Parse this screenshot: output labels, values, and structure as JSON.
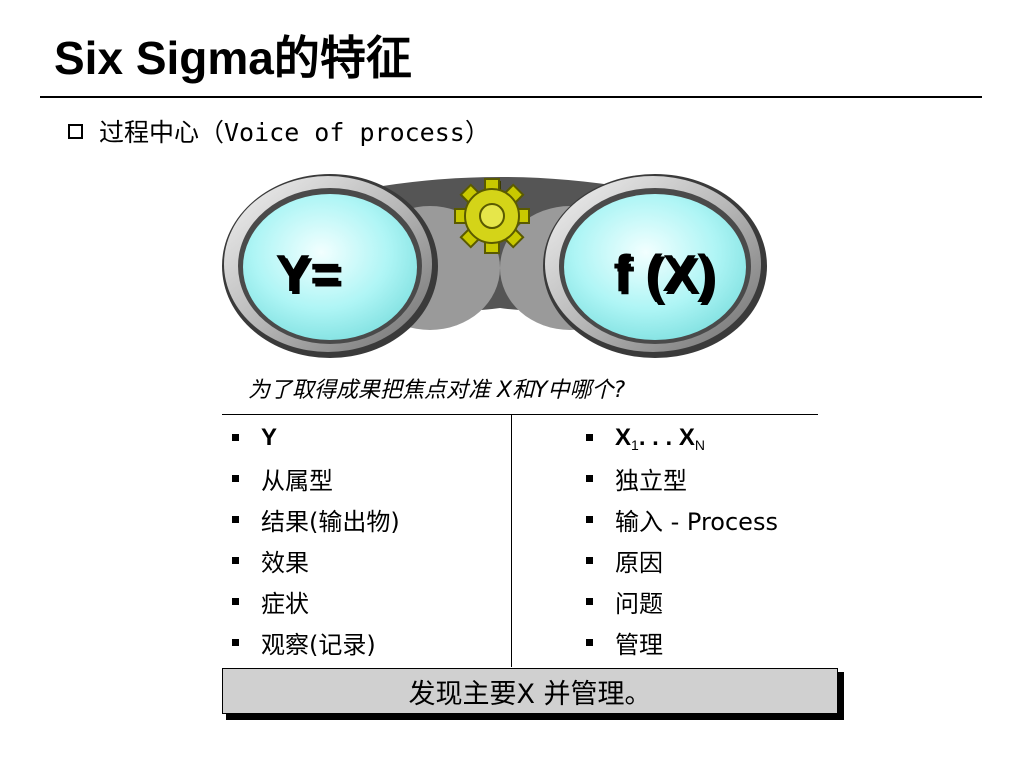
{
  "title": "Six Sigma的特征",
  "bullet": "过程中心（Voice of process）",
  "diagram": {
    "left_label": "Y=",
    "right_label": "f (X)",
    "question": "为了取得成果把焦点对准 X和Y中哪个?"
  },
  "table": {
    "left": [
      {
        "text": "Y"
      },
      {
        "text": "从属型"
      },
      {
        "text": "结果(输出物)"
      },
      {
        "text": "效果"
      },
      {
        "text": "症状"
      },
      {
        "text": "观察(记录)"
      }
    ],
    "right": [
      {
        "text": "X",
        "sub1": "1",
        "mid": " . . . X",
        "sub2": "N"
      },
      {
        "text": "独立型"
      },
      {
        "text": "输入 - Process"
      },
      {
        "text": "原因"
      },
      {
        "text": "问题"
      },
      {
        "text": "管理"
      }
    ]
  },
  "conclusion": "发现主要X 并管理。",
  "colors": {
    "lens": "#aef5f5",
    "gear": "#d4d418",
    "box": "#d0d0d0"
  }
}
